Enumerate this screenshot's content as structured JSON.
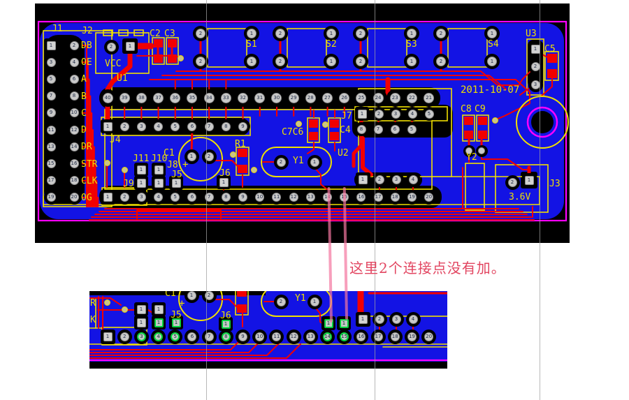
{
  "annotation": {
    "text": "这里2个连接点没有加。",
    "color": "#e24560"
  },
  "board": {
    "date": "2011-10-07",
    "refs": {
      "j1": "J1",
      "j2": "J2",
      "vcc": "VCC",
      "c2": "C2",
      "c3": "C3",
      "u1": "U1",
      "s1": "S1",
      "s2": "S2",
      "s3": "S3",
      "s4": "S4",
      "u3": "U3",
      "c5": "C5",
      "j4": "J4",
      "j7": "J7",
      "c4": "C4",
      "c7c6": "C7C6",
      "u2": "U2",
      "r1": "R1",
      "c1": "C1",
      "plus": "+",
      "y1": "Y1",
      "j11": "J11",
      "j10": "J10",
      "j8": "J8",
      "j5": "J5",
      "j9": "J9",
      "j6": "J6",
      "c8": "C8",
      "c9": "C9",
      "y2": "Y2",
      "j3": "J3",
      "v36": "3.6V",
      "date": "2011-10-07"
    },
    "j1_signals": [
      "DB",
      "OE",
      "A",
      "B",
      "C",
      "D",
      "DR",
      "STR",
      "CLK",
      "OG"
    ],
    "j1_pins_left": [
      "1",
      "3",
      "5",
      "7",
      "9",
      "11",
      "13",
      "15",
      "17",
      "19"
    ],
    "j1_pins_right": [
      "2",
      "4",
      "6",
      "8",
      "10",
      "12",
      "14",
      "16",
      "18",
      "20"
    ],
    "u1_pins_top": [
      "40",
      "39",
      "38",
      "37",
      "36",
      "35",
      "34",
      "33",
      "32",
      "31",
      "30",
      "29",
      "28",
      "27",
      "26",
      "25",
      "24",
      "23",
      "22",
      "21"
    ],
    "u1_pins_bottom": [
      "1",
      "2",
      "3",
      "4",
      "5",
      "6",
      "7",
      "8",
      "9",
      "10",
      "11",
      "12",
      "13",
      "14",
      "15",
      "16",
      "17",
      "18",
      "19",
      "20"
    ],
    "j4_pins": [
      "1",
      "2",
      "3",
      "4",
      "5",
      "6",
      "7",
      "8",
      "9"
    ],
    "j7_pins_top": [
      "1",
      "2",
      "3",
      "4",
      "5"
    ],
    "j7_pins_bottom": [
      "8",
      "7",
      "6",
      "5"
    ],
    "u2_pins": [
      "1",
      "2",
      "3",
      "4"
    ],
    "u3_pins": [
      "1",
      "2",
      "3"
    ],
    "j2_pins": [
      "2",
      "1"
    ],
    "j3_pins": [
      "2",
      "1"
    ],
    "y1_pins": [
      "2",
      "1"
    ],
    "c1_pins": [
      "1",
      "2"
    ],
    "switch_pads": [
      "2",
      "2",
      "1",
      "1"
    ],
    "header_pad": "1"
  },
  "crop": {
    "refs": {
      "r": "R",
      "k": "K",
      "c1": "C1",
      "plus": "+",
      "j5": "J5",
      "j6": "J6",
      "y1": "Y1"
    },
    "pins": [
      "1",
      "2",
      "3",
      "4",
      "5",
      "6",
      "7",
      "8",
      "9",
      "10",
      "11",
      "12",
      "13",
      "14",
      "15",
      "16",
      "17",
      "18",
      "19",
      "20"
    ],
    "green_pins": [
      3,
      4,
      5,
      8,
      14,
      15
    ],
    "u2_pins": [
      "1",
      "2",
      "3",
      "4"
    ],
    "y1_pins": [
      "2",
      "1"
    ],
    "c1_pins": [
      "1",
      "2"
    ],
    "header_pad": "1"
  },
  "colors": {
    "board_blue": "#1313e4",
    "silk_yellow": "#f0e000",
    "copper_red": "#f20000",
    "outline_magenta": "#ff00ff",
    "pad_gray": "#c9c9c9",
    "highlight_green": "#00d13c",
    "callout_pink": "#f476a0"
  }
}
